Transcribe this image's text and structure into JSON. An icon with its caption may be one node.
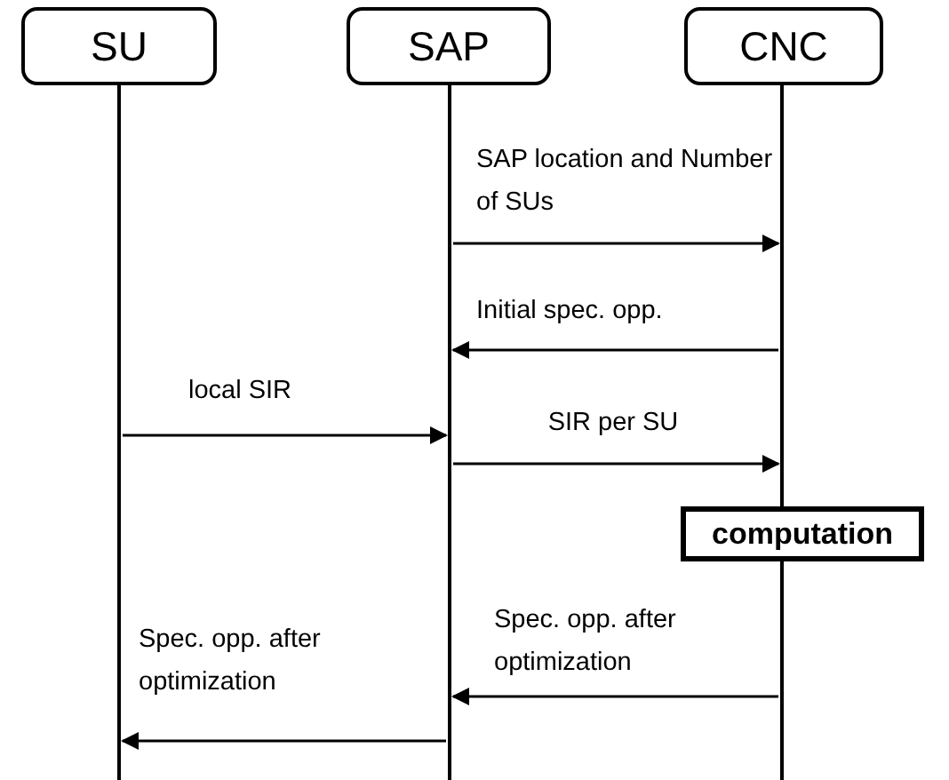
{
  "diagram": {
    "nodes": [
      {
        "text": [
          "SU"
        ]
      },
      {
        "text": [
          "SAP"
        ]
      },
      {
        "text": [
          "CNC"
        ]
      },
      {
        "text": [
          "computation"
        ]
      }
    ],
    "edges": [
      {
        "from": 1,
        "to": 2,
        "arrow": "to",
        "label": "SAP location and Number of SUs"
      },
      {
        "from": 2,
        "to": 1,
        "arrow": "to",
        "label": "Initial spec. opp."
      },
      {
        "from": 0,
        "to": 1,
        "arrow": "to",
        "label": "local SIR"
      },
      {
        "from": 1,
        "to": 2,
        "arrow": "to",
        "label": "SIR per SU"
      },
      {
        "from": 2,
        "to": 1,
        "arrow": "to",
        "label": "Spec. opp. after optimization"
      },
      {
        "from": 1,
        "to": 0,
        "arrow": "to",
        "label": "Spec. opp. after optimization"
      }
    ]
  }
}
